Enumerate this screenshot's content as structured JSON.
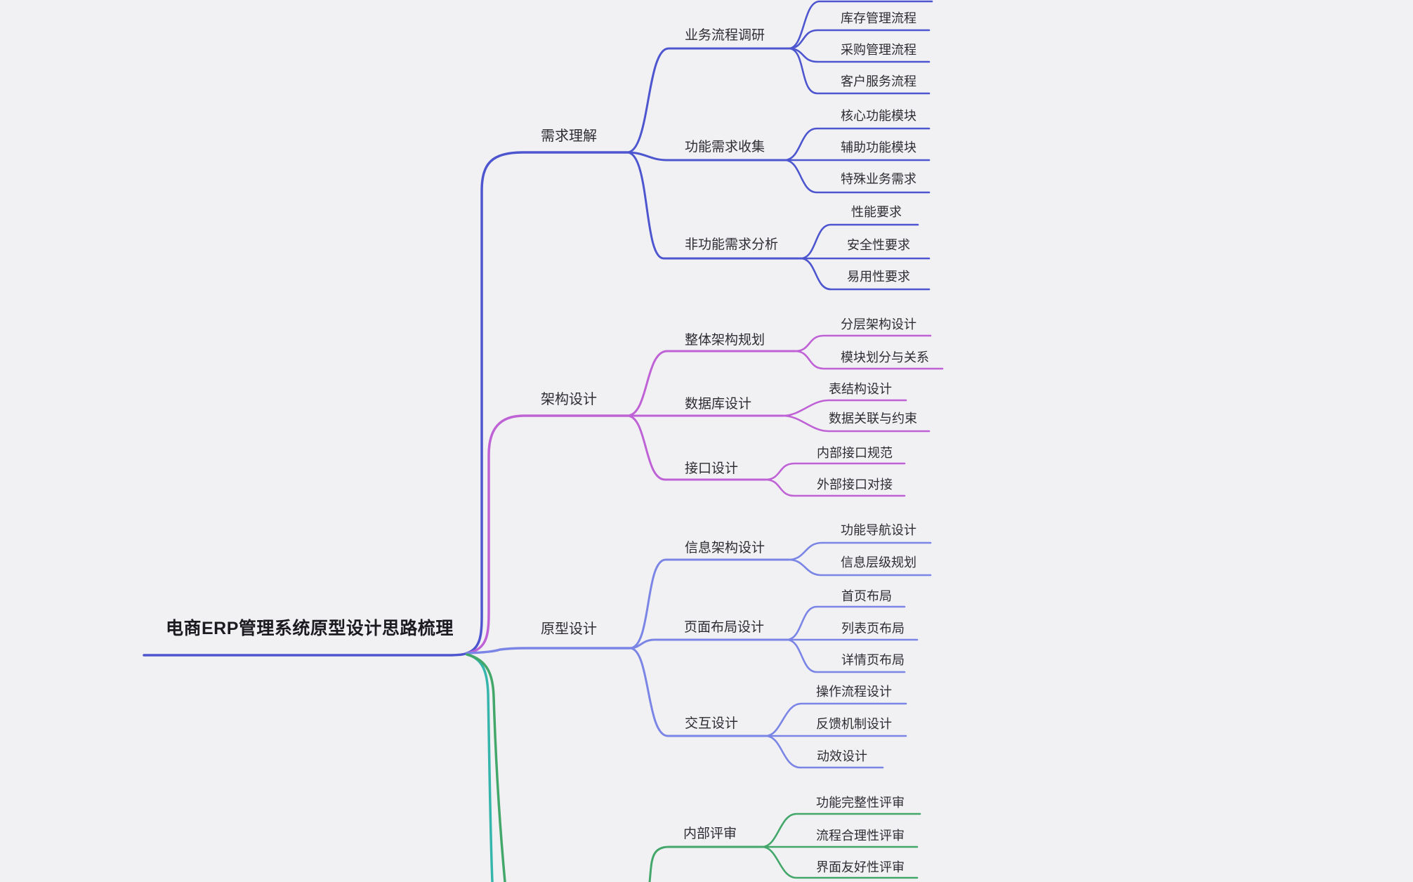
{
  "colors": {
    "background": "#f1f1f4",
    "text": "#2d2d32",
    "root_text": "#1c1c20",
    "requirements_blue": "#4d56cf",
    "architecture_magenta": "#bf62d6",
    "prototype_periwinkle": "#7b85e5",
    "review_green": "#44a76a",
    "extra_branch_teal": "#35b5ab"
  },
  "mindmap": {
    "root": {
      "label": "电商ERP管理系统原型设计思路梳理"
    },
    "branches": [
      {
        "label": "需求理解",
        "color": "#4d56cf",
        "children": [
          {
            "label": "业务流程调研",
            "children": [
              {
                "label": "库存管理流程"
              },
              {
                "label": "采购管理流程"
              },
              {
                "label": "客户服务流程"
              }
            ]
          },
          {
            "label": "功能需求收集",
            "children": [
              {
                "label": "核心功能模块"
              },
              {
                "label": "辅助功能模块"
              },
              {
                "label": "特殊业务需求"
              }
            ]
          },
          {
            "label": "非功能需求分析",
            "children": [
              {
                "label": "性能要求"
              },
              {
                "label": "安全性要求"
              },
              {
                "label": "易用性要求"
              }
            ]
          }
        ]
      },
      {
        "label": "架构设计",
        "color": "#bf62d6",
        "children": [
          {
            "label": "整体架构规划",
            "children": [
              {
                "label": "分层架构设计"
              },
              {
                "label": "模块划分与关系"
              }
            ]
          },
          {
            "label": "数据库设计",
            "children": [
              {
                "label": "表结构设计"
              },
              {
                "label": "数据关联与约束"
              }
            ]
          },
          {
            "label": "接口设计",
            "children": [
              {
                "label": "内部接口规范"
              },
              {
                "label": "外部接口对接"
              }
            ]
          }
        ]
      },
      {
        "label": "原型设计",
        "color": "#7b85e5",
        "children": [
          {
            "label": "信息架构设计",
            "children": [
              {
                "label": "功能导航设计"
              },
              {
                "label": "信息层级规划"
              }
            ]
          },
          {
            "label": "页面布局设计",
            "children": [
              {
                "label": "首页布局"
              },
              {
                "label": "列表页布局"
              },
              {
                "label": "详情页布局"
              }
            ]
          },
          {
            "label": "交互设计",
            "children": [
              {
                "label": "操作流程设计"
              },
              {
                "label": "反馈机制设计"
              },
              {
                "label": "动效设计"
              }
            ]
          }
        ]
      },
      {
        "label": "内部评审",
        "color": "#44a76a",
        "children": [
          {
            "label": "功能完整性评审"
          },
          {
            "label": "流程合理性评审"
          },
          {
            "label": "界面友好性评审"
          }
        ]
      }
    ]
  }
}
